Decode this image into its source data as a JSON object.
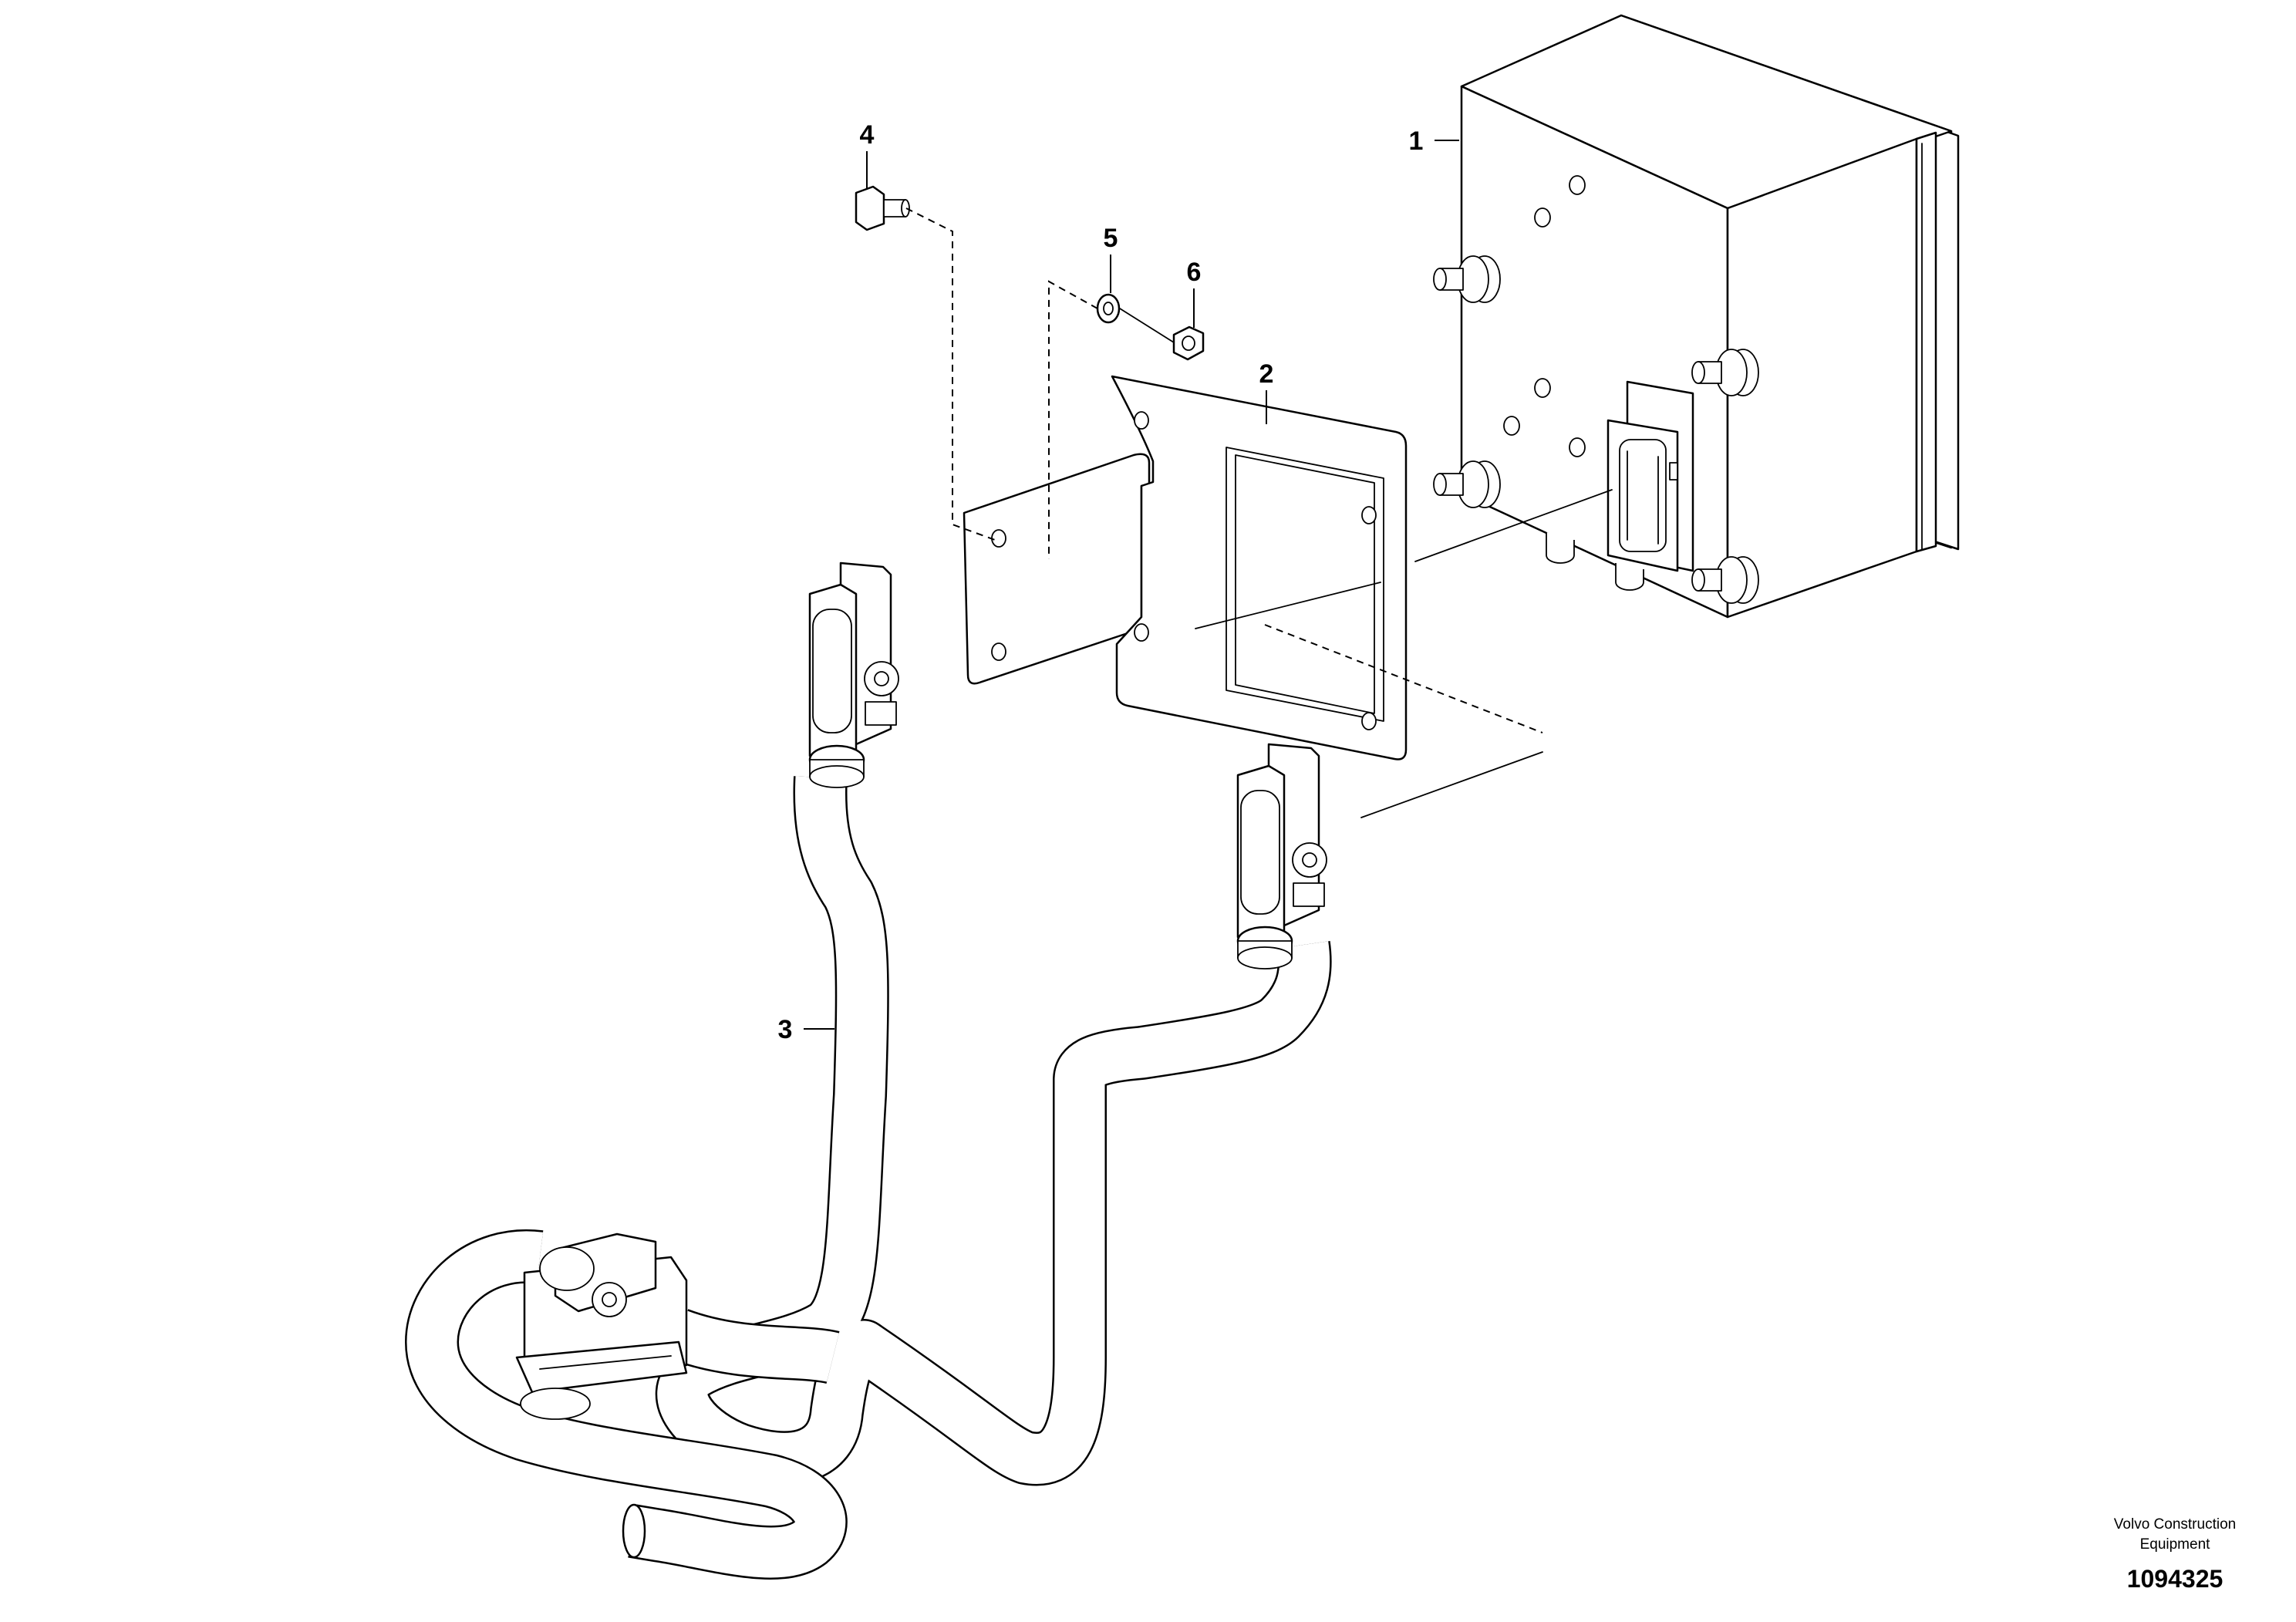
{
  "callouts": [
    "1",
    "2",
    "3",
    "4",
    "5",
    "6"
  ],
  "footer": {
    "brand_line1": "Volvo Construction",
    "brand_line2": "Equipment",
    "doc_number": "1094325"
  }
}
